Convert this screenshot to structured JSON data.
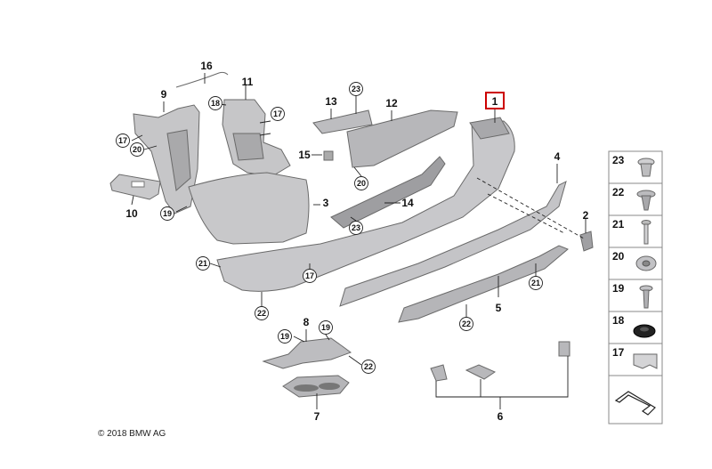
{
  "copyright": "© 2018 BMW AG",
  "highlighted_part": "1",
  "colors": {
    "part_fill": "#c9c9cb",
    "part_dark": "#9a9a9c",
    "highlight": "#cc0000"
  },
  "part_labels": {
    "p1": "1",
    "p2": "2",
    "p3": "3",
    "p4": "4",
    "p5": "5",
    "p6": "6",
    "p7": "7",
    "p8": "8",
    "p9": "9",
    "p10": "10",
    "p11": "11",
    "p12": "12",
    "p13": "13",
    "p14": "14",
    "p15": "15",
    "p16": "16"
  },
  "circled_labels": {
    "c17": "17",
    "c18": "18",
    "c19": "19",
    "c20": "20",
    "c21": "21",
    "c22": "22",
    "c23": "23"
  },
  "legend": [
    "23",
    "22",
    "21",
    "20",
    "19",
    "18",
    "17"
  ]
}
